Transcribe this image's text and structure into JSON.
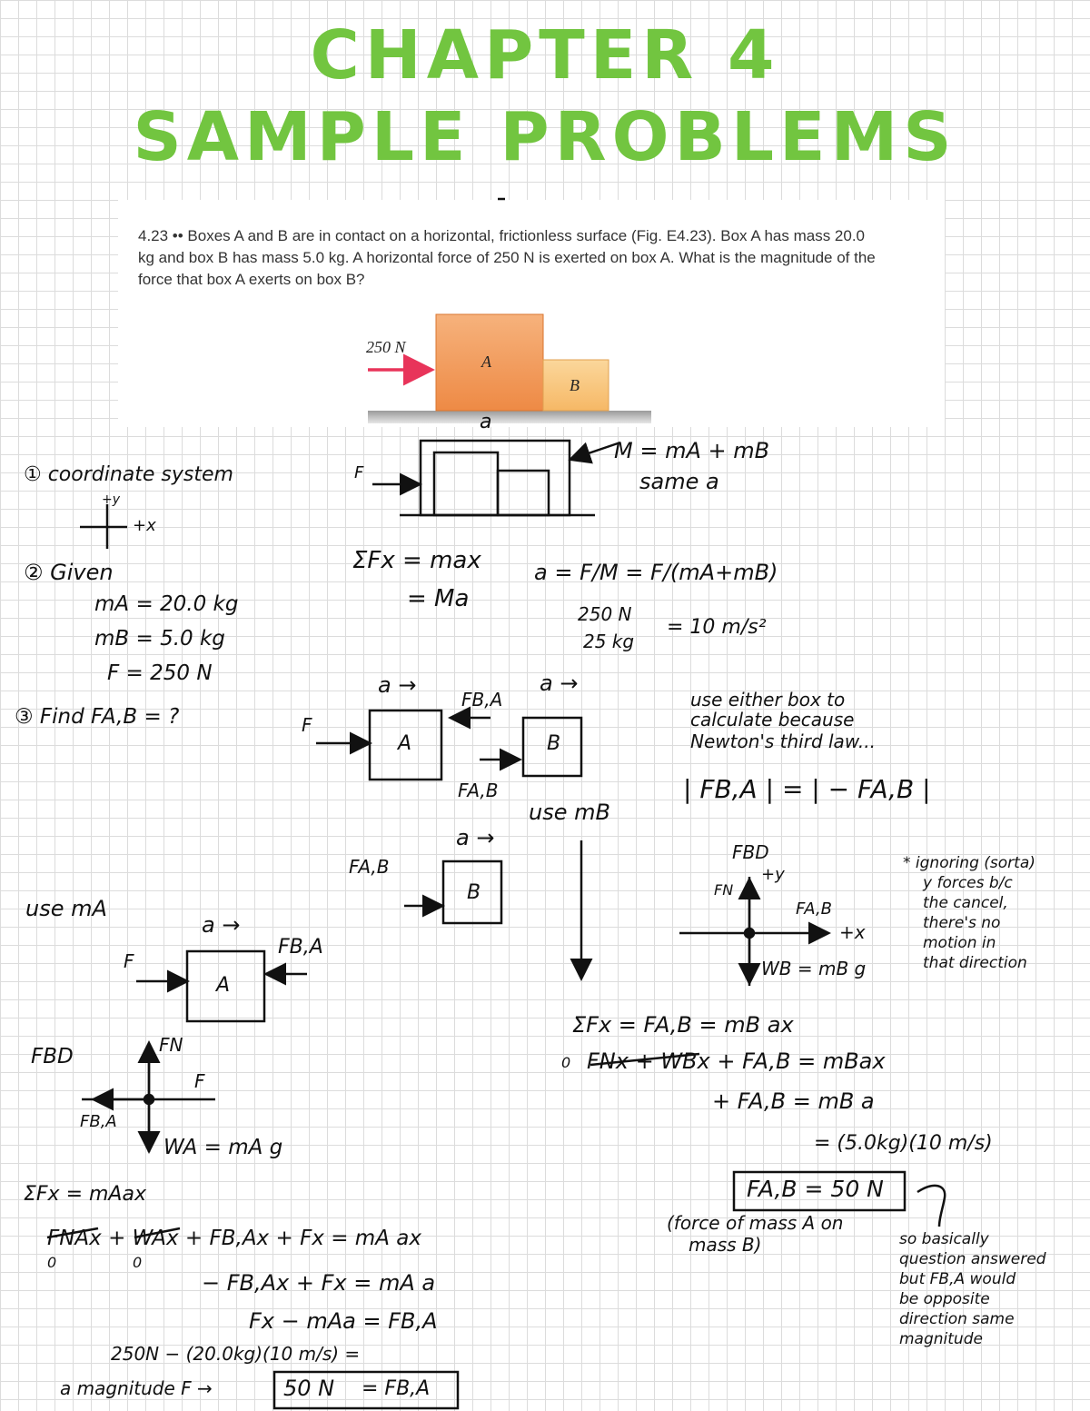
{
  "title": {
    "line1": "CHAPTER 4",
    "line2": "SAMPLE PROBLEMS"
  },
  "problem": {
    "text": "4.23 •• Boxes A and B are in contact on a horizontal, frictionless surface (Fig. E4.23). Box A has mass 20.0 kg and box B has mass 5.0 kg. A horizontal force of 250 N is exerted on box A. What is the magnitude of the force that box A exerts on box B?",
    "figure": {
      "force_label": "250 N",
      "box_a": "A",
      "box_b": "B"
    }
  },
  "colors": {
    "title": "#72c540",
    "box": "#f29b5c",
    "arrow": "#e8345a"
  },
  "left": {
    "step1": "① coordinate system",
    "axis_y": "+y",
    "axis_x": "+x",
    "step2": "② Given",
    "given": [
      "mA = 20.0 kg",
      "mB = 5.0 kg",
      "F = 250 N"
    ],
    "step3": "③ Find FA,B = ?",
    "use_ma": "use mA",
    "a_arrow": "a →",
    "f_label": "F",
    "fba_label": "FB,A",
    "box_a": "A",
    "fbd": "FBD",
    "fbd_fn": "FN",
    "fbd_f": "F",
    "fbd_fba": "FB,A",
    "fbd_w": "WA = mA g",
    "sum1": "ΣFx = mAax",
    "eq1": "FNAx + WAx + FB,Ax + Fx = mA ax",
    "eq1_zero_a": "0",
    "eq1_zero_b": "0",
    "eq2": "− FB,Ax + Fx = mA a",
    "eq3": "Fx − mAa = FB,A",
    "eq4": "250N − (20.0kg)(10 m/s) =",
    "eq5_prefix": "a magnitude F →",
    "eq5_box": "50 N",
    "eq5_suffix": "= FB,A"
  },
  "middle": {
    "f_label": "F",
    "a_vec": "a",
    "m_note": "M = mA + mB",
    "same_a": "same a",
    "sum": "ΣFx = max",
    "sum2": "= Ma",
    "a_eq": "a = F/M = F/(mA+mB)",
    "a_eq_num": "= 250 N / 25 kg = 10 m/s²",
    "frac_num": "250 N",
    "frac_den": "25 kg",
    "frac_res": "= 10 m/s²",
    "a_top_left": "a →",
    "a_top_right": "a →",
    "fba_mid": "FB,A",
    "f_mid": "F",
    "box_a": "A",
    "box_b": "B",
    "fab_mid": "FA,B",
    "use_mb": "use mB",
    "a_b2": "a →",
    "fab_2": "FA,B",
    "box_b2": "B"
  },
  "right": {
    "note1": "use either box to",
    "note2": "calculate because",
    "note3": "Newton's third law...",
    "third_law": "| FB,A | = | − FA,B |",
    "fbd": "FBD",
    "fbd_y": "+y",
    "fbd_fn": "FN",
    "fbd_fab": "FA,B",
    "fbd_x": "+x",
    "fbd_w": "WB = mB g",
    "side1": "* ignoring (sorta)",
    "side2": "y forces b/c",
    "side3": "the cancel,",
    "side4": "there's no",
    "side5": "motion in",
    "side6": "that direction",
    "sum": "ΣFx = FA,B = mB ax",
    "line2_zero": "0",
    "line2": "FNx + WBx + FA,B = mBax",
    "line3": "+ FA,B = mB a",
    "line4": "= (5.0kg)(10 m/s)",
    "answer": "FA,B = 50 N",
    "force_note1": "(force of mass A on",
    "force_note2": "mass B)",
    "basic1": "so basically",
    "basic2": "question answered",
    "basic3": "but FB,A would",
    "basic4": "be opposite",
    "basic5": "direction same",
    "basic6": "magnitude"
  }
}
